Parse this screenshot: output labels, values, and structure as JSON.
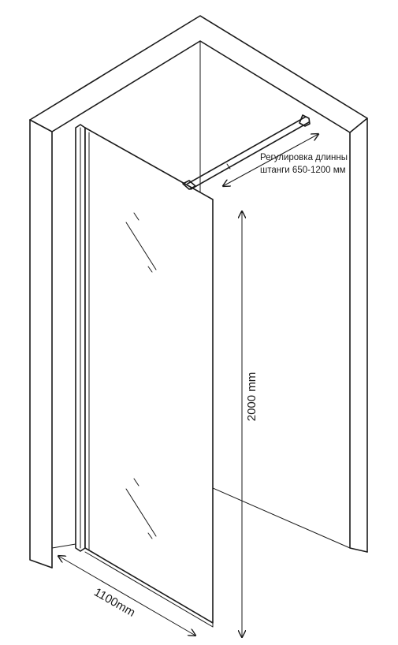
{
  "annotations": {
    "rod_adjust_line1": "Регулировка длинны",
    "rod_adjust_line2": "штанги 650-1200 мм",
    "height_label": "2000 mm",
    "width_label": "1100mm"
  }
}
